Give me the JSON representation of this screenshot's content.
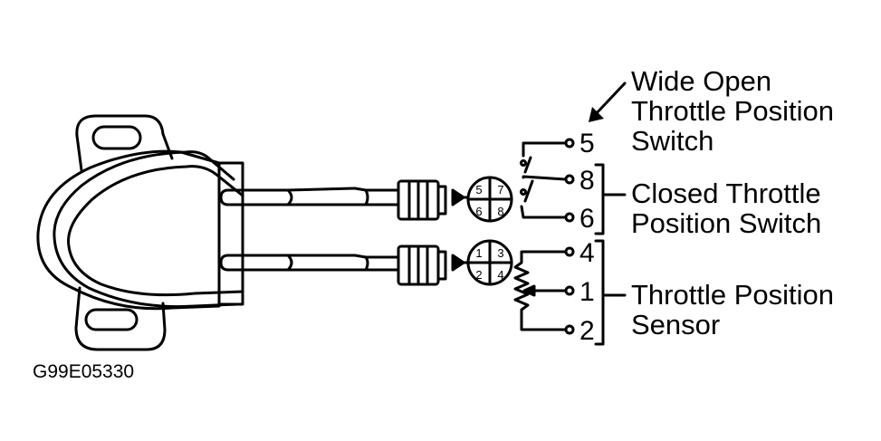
{
  "diagram": {
    "figure_code": "G99E05330",
    "callouts": {
      "wot": [
        "Wide Open",
        "Throttle Position",
        "Switch"
      ],
      "ctp": [
        "Closed Throttle",
        "Position Switch"
      ],
      "tps": [
        "Throttle Position",
        "Sensor"
      ]
    },
    "pins": {
      "p5": "5",
      "p8": "8",
      "p6": "6",
      "p4": "4",
      "p1": "1",
      "p2": "2"
    },
    "connector_upper": [
      "5",
      "7",
      "6",
      "8"
    ],
    "connector_lower": [
      "1",
      "3",
      "2",
      "4"
    ]
  }
}
